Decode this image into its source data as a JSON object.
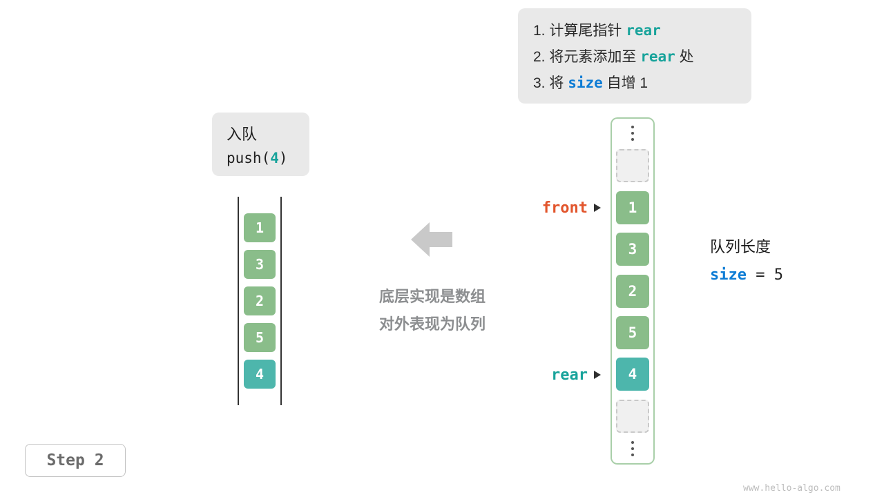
{
  "colors": {
    "cell_green": "#8abd8a",
    "cell_teal": "#4db6ac",
    "front_orange": "#e2552c",
    "rear_teal": "#18a39b",
    "size_blue": "#0d7cd5",
    "panel_gray": "#e9e9e9",
    "array_border_green": "#a9cfa9"
  },
  "instructions": {
    "lines": [
      {
        "prefix": "1. 计算尾指针 ",
        "keyword": "rear",
        "suffix": ""
      },
      {
        "prefix": "2. 将元素添加至 ",
        "keyword": "rear",
        "suffix": " 处"
      },
      {
        "prefix": "3. 将 ",
        "keyword": "size",
        "suffix": " 自增 1"
      }
    ]
  },
  "operation": {
    "title": "入队",
    "code_prefix": "push(",
    "code_arg": "4",
    "code_suffix": ")"
  },
  "left_queue": {
    "values": [
      "1",
      "3",
      "2",
      "5",
      "4"
    ]
  },
  "middle_caption": {
    "line1": "底层实现是数组",
    "line2": "对外表现为队列"
  },
  "array": {
    "values": [
      "1",
      "3",
      "2",
      "5",
      "4"
    ]
  },
  "pointers": {
    "front": "front",
    "rear": "rear"
  },
  "queue_info": {
    "label": "队列长度",
    "variable": "size",
    "value_text": " = 5"
  },
  "step_badge": "Step 2",
  "watermark": "www.hello-algo.com"
}
